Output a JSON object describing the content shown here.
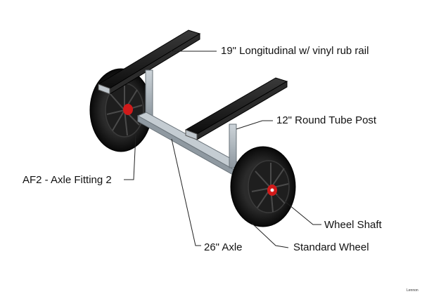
{
  "labels": {
    "longitudinal": "19\" Longitudinal w/ vinyl rub rail",
    "tube_post": "12\" Round Tube Post",
    "axle_fitting": "AF2 - Axle Fitting 2",
    "wheel_shaft": "Wheel Shaft",
    "axle": "26\" Axle",
    "standard_wheel": "Standard Wheel"
  },
  "corner_mark": "Lennon",
  "colors": {
    "frame": "#a9b3bb",
    "frame_dark": "#7e8890",
    "rub_rail": "#1c1c1c",
    "tire": "#111111",
    "hub": "#2a2a2a",
    "axle_fitting": "#d11a1a",
    "leader": "#222222"
  }
}
